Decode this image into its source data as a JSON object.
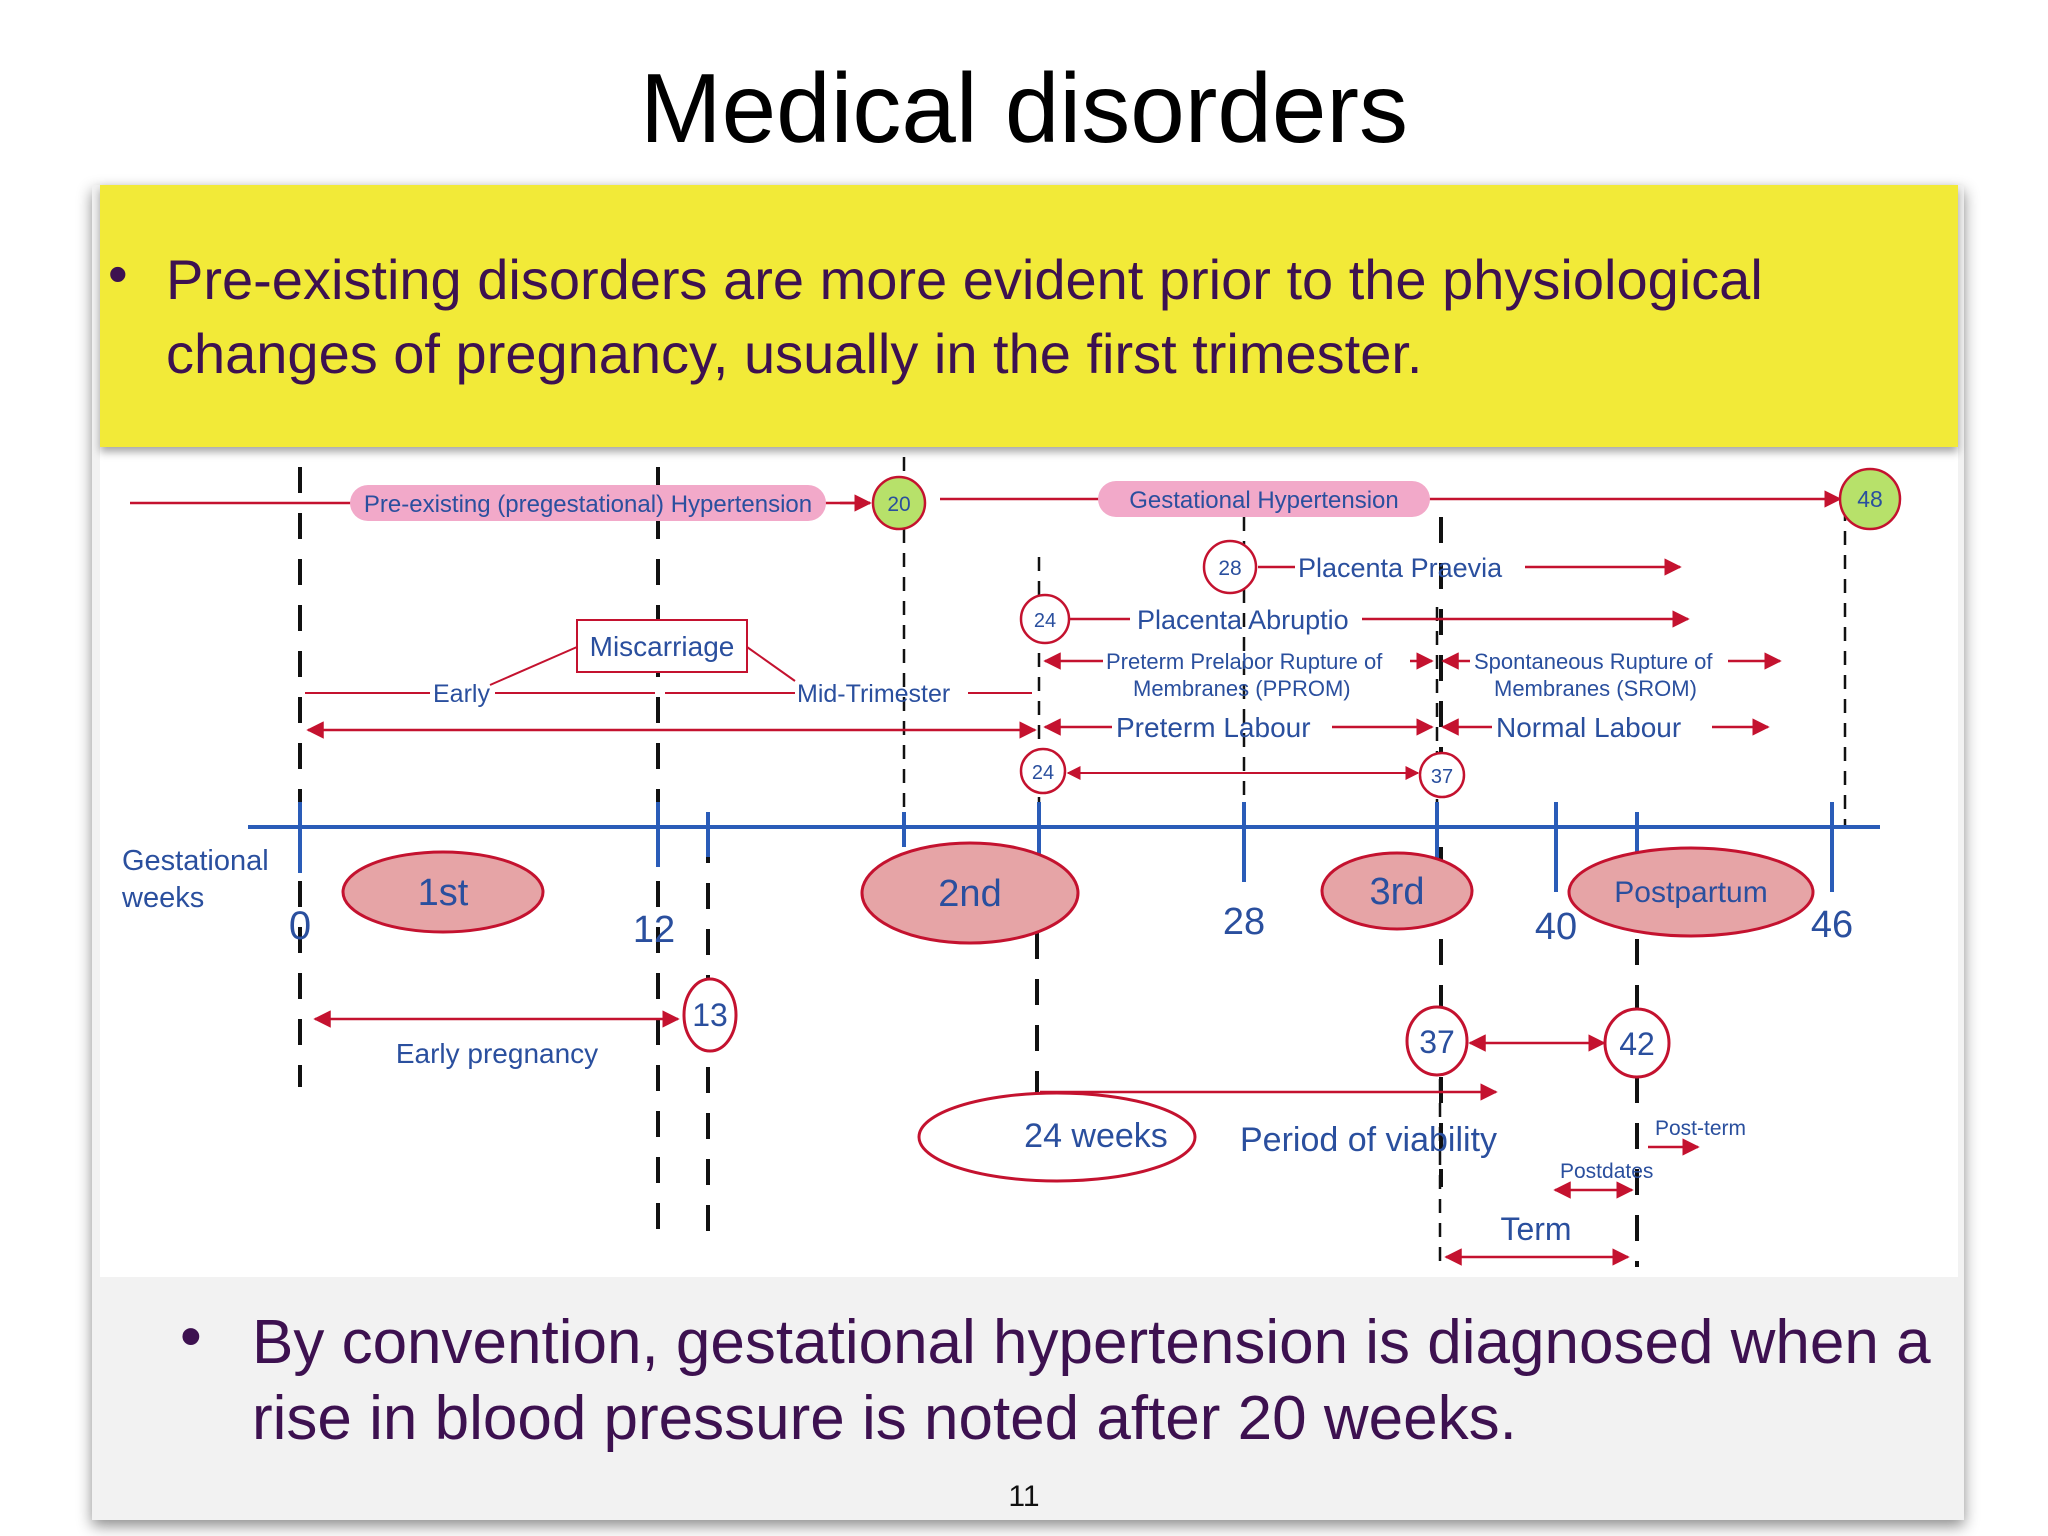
{
  "slide": {
    "title": "Medical disorders",
    "bullet1": "Pre-existing disorders are more evident prior to the physiological changes of pregnancy, usually in the first trimester.",
    "bullet2": "By convention, gestational hypertension is diagnosed when a rise in blood pressure is noted after 20 weeks.",
    "page_number": "11",
    "bullet_glyph": "•"
  },
  "diagram": {
    "axis_label_line1": "Gestational",
    "axis_label_line2": "weeks",
    "ticks": [
      "0",
      "12",
      "28",
      "40",
      "46"
    ],
    "trimesters": [
      "1st",
      "2nd",
      "3rd",
      "Postpartum"
    ],
    "hypertension": {
      "preexisting": "Pre-existing (pregestational) Hypertension",
      "gestational": "Gestational Hypertension",
      "marker_20": "20",
      "marker_48": "48"
    },
    "placenta_praevia": "Placenta Praevia",
    "placenta_praevia_marker": "28",
    "placenta_abruptio": "Placenta Abruptio",
    "placenta_abruptio_marker": "24",
    "miscarriage": "Miscarriage",
    "early": "Early",
    "mid_trimester": "Mid-Trimester",
    "pprom_line1": "Preterm Prelabor Rupture of",
    "pprom_line2": "Membranes (PPROM)",
    "srom_line1": "Spontaneous Rupture of",
    "srom_line2": "Membranes (SROM)",
    "preterm_labour": "Preterm Labour",
    "normal_labour": "Normal Labour",
    "marker_24": "24",
    "marker_37": "37",
    "early_pregnancy": "Early pregnancy",
    "marker_13": "13",
    "weeks_24": "24 weeks",
    "period_of_viability": "Period of viability",
    "marker_37_term": "37",
    "marker_42": "42",
    "post_term": "Post-term",
    "postdates": "Postdates",
    "term": "Term"
  },
  "colors": {
    "axis": "#2a5cb8",
    "red": "#c4122f",
    "trimester_fill": "#e6a4a6",
    "hypertension_label_bg": "#f2a9c9",
    "green_marker": "#b7e16a",
    "highlight": "#f2ea38",
    "bullet_text": "#3d1150",
    "blue_text": "#2a4f9e"
  }
}
